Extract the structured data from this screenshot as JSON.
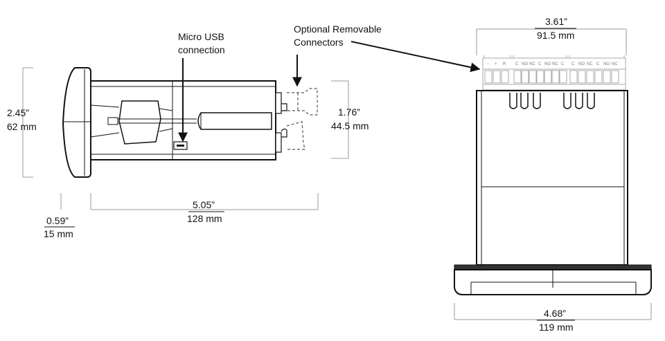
{
  "labels": {
    "micro_usb_line1": "Micro USB",
    "micro_usb_line2": "connection",
    "optional_line1": "Optional Removable",
    "optional_line2": "Connectors"
  },
  "dimensions": {
    "height_in": "2.45”",
    "height_mm": "62 mm",
    "conn_h_in": "1.76”",
    "conn_h_mm": "44.5 mm",
    "bezel_in": "0.59”",
    "bezel_mm": "15 mm",
    "depth_in": "5.05”",
    "depth_mm": "128 mm",
    "top_w_in": "3.61”",
    "top_w_mm": "91.5 mm",
    "bezel_w_in": "4.68”",
    "bezel_w_mm": "119 mm"
  },
  "terminal_labels": {
    "group1": [
      "−",
      "+",
      "R"
    ],
    "group2": [
      "C",
      "NO",
      "NC",
      "C",
      "NO",
      "NC",
      "C"
    ],
    "group3": [
      "C",
      "NO",
      "NC",
      "C",
      "NO",
      "NC"
    ]
  },
  "colors": {
    "line": "#111111",
    "guide": "#999999",
    "body": "#ffffff",
    "bezel": "#333333"
  }
}
